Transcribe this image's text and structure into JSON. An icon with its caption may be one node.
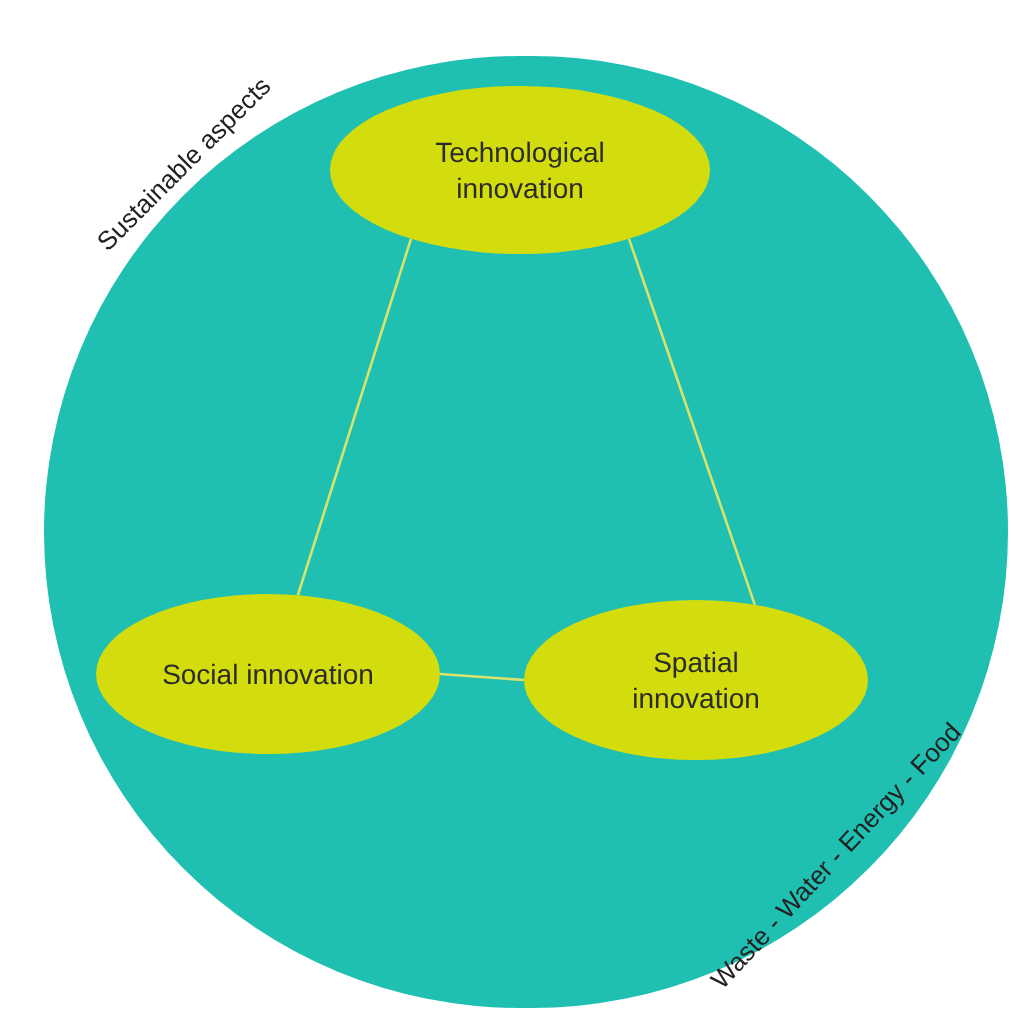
{
  "diagram": {
    "nodes": [
      {
        "text": [],
        "shape": "circle"
      },
      {
        "text": [
          "Technological innovation"
        ],
        "in": 0
      },
      {
        "text": [
          "Social innovation"
        ],
        "in": 0
      },
      {
        "text": [
          "Spatial innovation"
        ],
        "in": 0
      }
    ],
    "edges": [
      {
        "from": 1,
        "to": 2,
        "arrow": "none"
      },
      {
        "from": 1,
        "to": 3,
        "arrow": "none"
      },
      {
        "from": 2,
        "to": 3,
        "arrow": "none"
      }
    ],
    "labels": [
      "Sustainable aspects",
      "Waste - Water - Energy - Food"
    ]
  }
}
